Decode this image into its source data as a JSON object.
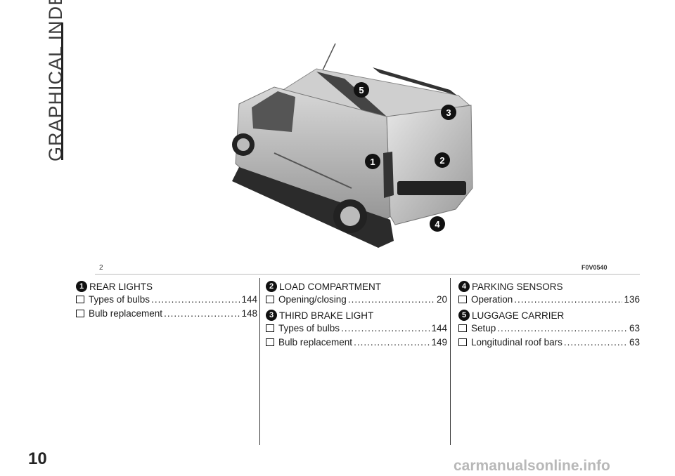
{
  "section_title": "GRAPHICAL INDEX",
  "figure": {
    "number": "2",
    "code": "F0V0540",
    "callouts": [
      "1",
      "2",
      "3",
      "4",
      "5"
    ]
  },
  "columns": [
    {
      "groups": [
        {
          "badge": "1",
          "title": "REAR LIGHTS",
          "items": [
            {
              "label": "Types of bulbs",
              "page": "144"
            },
            {
              "label": "Bulb replacement",
              "page": "148"
            }
          ]
        }
      ]
    },
    {
      "groups": [
        {
          "badge": "2",
          "title": "LOAD COMPARTMENT",
          "items": [
            {
              "label": "Opening/closing",
              "page": "20"
            }
          ]
        },
        {
          "badge": "3",
          "title": "THIRD BRAKE LIGHT",
          "items": [
            {
              "label": "Types of bulbs",
              "page": "144"
            },
            {
              "label": "Bulb replacement",
              "page": "149"
            }
          ]
        }
      ]
    },
    {
      "groups": [
        {
          "badge": "4",
          "title": "PARKING SENSORS",
          "items": [
            {
              "label": "Operation",
              "page": "136"
            }
          ]
        },
        {
          "badge": "5",
          "title": "LUGGAGE CARRIER",
          "items": [
            {
              "label": "Setup",
              "page": "63"
            },
            {
              "label": "Longitudinal roof bars",
              "page": "63"
            }
          ]
        }
      ]
    }
  ],
  "page_number": "10",
  "watermark": "carmanualsonline.info"
}
